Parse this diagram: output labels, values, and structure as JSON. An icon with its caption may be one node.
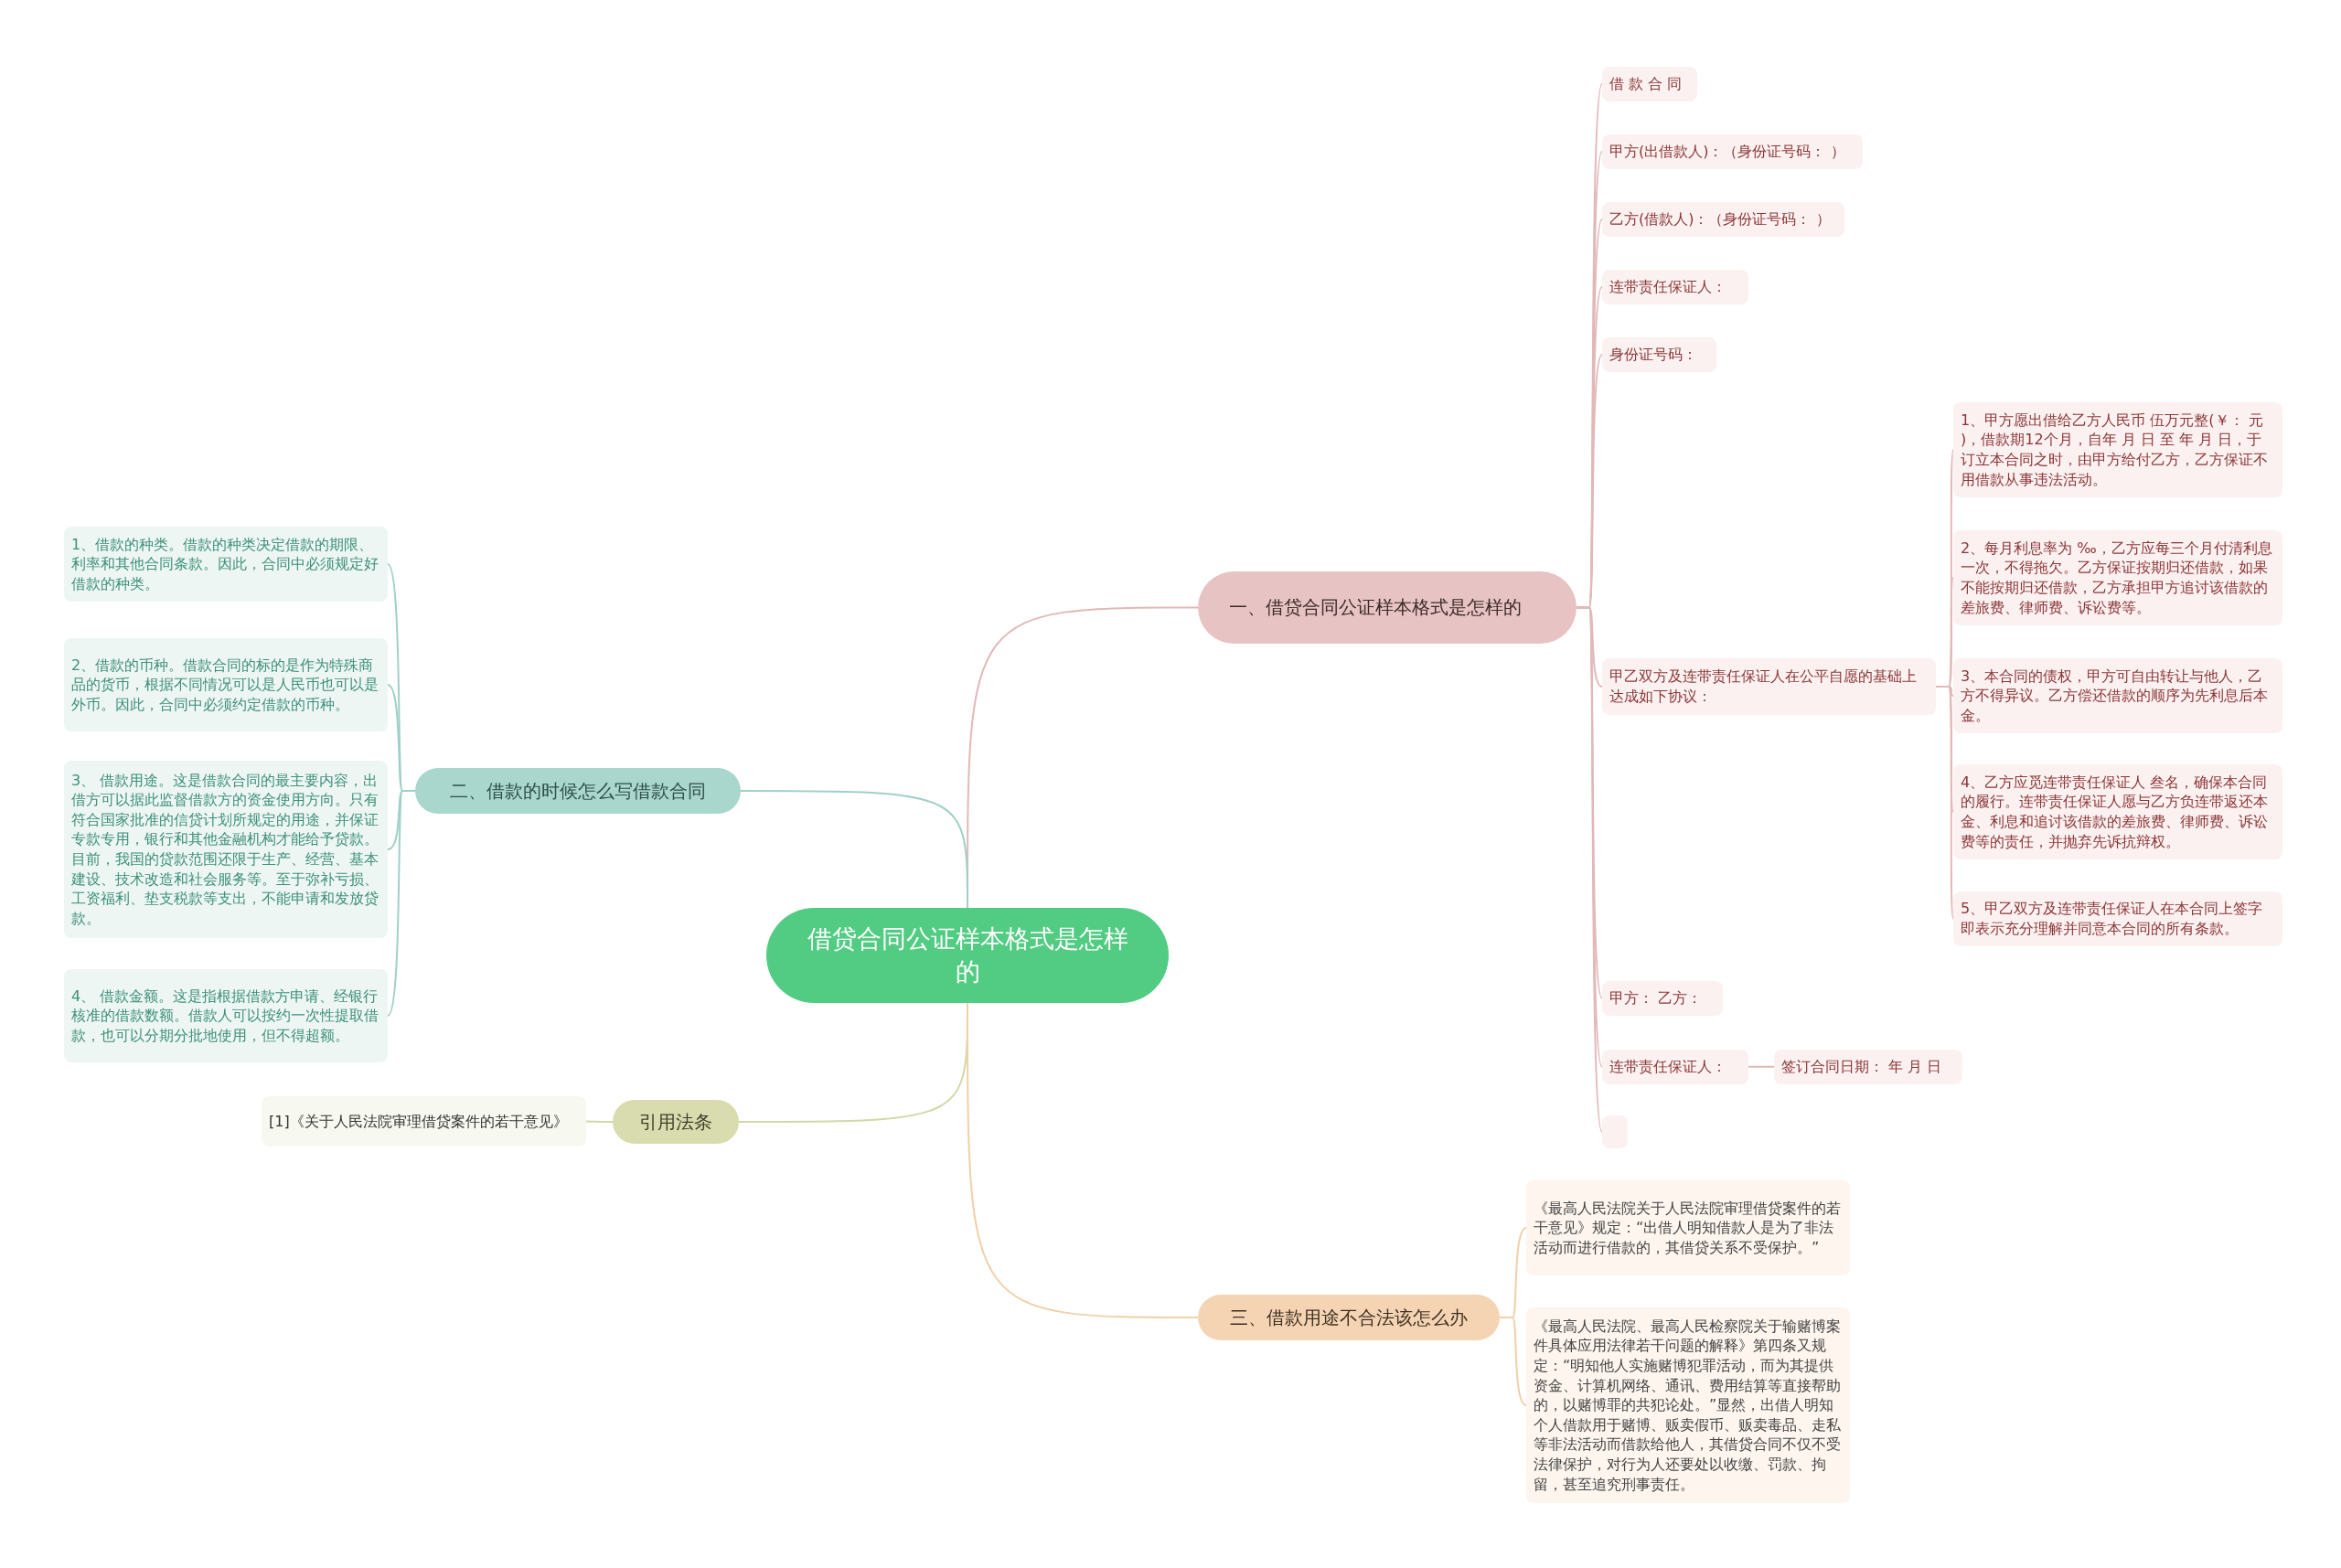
{
  "diagram": {
    "nodes": [
      {
        "text": [
          "借贷合同公证样本格式是怎样的"
        ]
      },
      {
        "text": [
          "一、借贷合同公证样本格式是怎样的"
        ]
      },
      {
        "text": [
          "借 款 合 同"
        ]
      },
      {
        "text": [
          "甲方(出借款人)：（身份证号码： ）"
        ]
      },
      {
        "text": [
          "乙方(借款人)：（身份证号码： ）"
        ]
      },
      {
        "text": [
          "连带责任保证人："
        ]
      },
      {
        "text": [
          "身份证号码："
        ]
      },
      {
        "text": [
          "甲乙双方及连带责任保证人在公平自愿的基础上达成如下协议："
        ]
      },
      {
        "text": [
          "1、甲方愿出借给乙方人民币 伍万元整(￥： 元 )，借款期12个月，自年 月 日 至 年 月 日，于订立本合同之时，由甲方给付乙方，乙方保证不用借款从事违法活动。"
        ]
      },
      {
        "text": [
          "2、每月利息率为 ‰，乙方应每三个月付清利息一次，不得拖欠。乙方保证按期归还借款，如果不能按期归还借款，乙方承担甲方追讨该借款的差旅费、律师费、诉讼费等。"
        ]
      },
      {
        "text": [
          "3、本合同的债权，甲方可自由转让与他人，乙方不得异议。乙方偿还借款的顺序为先利息后本金。"
        ]
      },
      {
        "text": [
          "4、乙方应觅连带责任保证人 叁名，确保本合同的履行。连带责任保证人愿与乙方负连带返还本金、利息和追讨该借款的差旅费、律师费、诉讼费等的责任，并抛弃先诉抗辩权。"
        ]
      },
      {
        "text": [
          "5、甲乙双方及连带责任保证人在本合同上签字即表示充分理解并同意本合同的所有条款。"
        ]
      },
      {
        "text": [
          "甲方： 乙方："
        ]
      },
      {
        "text": [
          "连带责任保证人："
        ]
      },
      {
        "text": [
          "签订合同日期： 年 月 日"
        ]
      },
      {
        "text": [],
        "shape": "box"
      },
      {
        "text": [
          "二、借款的时候怎么写借款合同"
        ]
      },
      {
        "text": [
          "1、借款的种类。借款的种类决定借款的期限、利率和其他合同条款。因此，合同中必须规定好借款的种类。"
        ]
      },
      {
        "text": [
          "2、借款的币种。借款合同的标的是作为特殊商品的货币，根据不同情况可以是人民币也可以是外币。因此，合同中必须约定借款的币种。"
        ]
      },
      {
        "text": [
          "3、 借款用途。这是借款合同的最主要内容，出借方可以据此监督借款方的资金使用方向。只有符合国家批准的信贷计划所规定的用途，并保证专款专用，银行和其他金融机构才能给予贷款。目前，我国的贷款范围还限于生产、经营、基本建设、技术改造和社会服务等。至于弥补亏损、工资福利、垫支税款等支出，不能申请和发放贷款。"
        ]
      },
      {
        "text": [
          "4、 借款金额。这是指根据借款方申请、经银行核准的借款数额。借款人可以按约一次性提取借款，也可以分期分批地使用，但不得超额。"
        ]
      },
      {
        "text": [
          "引用法条"
        ]
      },
      {
        "text": [
          "[1]《关于人民法院审理借贷案件的若干意见》"
        ]
      },
      {
        "text": [
          "三、借款用途不合法该怎么办"
        ]
      },
      {
        "text": [
          "《最高人民法院关于人民法院审理借贷案件的若干意见》规定：“出借人明知借款人是为了非法活动而进行借款的，其借贷关系不受保护。”"
        ]
      },
      {
        "text": [
          "《最高人民法院、最高人民检察院关于输赌博案件具体应用法律若干问题的解释》第四条又规定：“明知他人实施赌博犯罪活动，而为其提供资金、计算机网络、通讯、费用结算等直接帮助的，以赌博罪的共犯论处。”显然，出借人明知个人借款用于赌博、贩卖假币、贩卖毒品、走私等非法活动而借款给他人，其借贷合同不仅不受法律保护，对行为人还要处以收缴、罚款、拘留，甚至追究刑事责任。"
        ]
      }
    ],
    "edges": [
      {
        "from": 0,
        "to": 1,
        "arrow": "none"
      },
      {
        "from": 0,
        "to": 17,
        "arrow": "none",
        "color": "#9fd0c6"
      },
      {
        "from": 0,
        "to": 22,
        "arrow": "none",
        "color": "#d3d8a6"
      },
      {
        "from": 0,
        "to": 24,
        "arrow": "none",
        "color": "#f0d0a8"
      },
      {
        "from": 1,
        "to": 2,
        "arrow": "none"
      },
      {
        "from": 1,
        "to": 3,
        "arrow": "none"
      },
      {
        "from": 1,
        "to": 4,
        "arrow": "none"
      },
      {
        "from": 1,
        "to": 5,
        "arrow": "none"
      },
      {
        "from": 1,
        "to": 6,
        "arrow": "none"
      },
      {
        "from": 1,
        "to": 7,
        "arrow": "none"
      },
      {
        "from": 7,
        "to": 8,
        "arrow": "none"
      },
      {
        "from": 7,
        "to": 9,
        "arrow": "none"
      },
      {
        "from": 7,
        "to": 10,
        "arrow": "none"
      },
      {
        "from": 7,
        "to": 11,
        "arrow": "none"
      },
      {
        "from": 7,
        "to": 12,
        "arrow": "none"
      },
      {
        "from": 1,
        "to": 13,
        "arrow": "none"
      },
      {
        "from": 1,
        "to": 14,
        "arrow": "none"
      },
      {
        "from": 14,
        "to": 15,
        "arrow": "none"
      },
      {
        "from": 1,
        "to": 16,
        "arrow": "none"
      },
      {
        "from": 17,
        "to": 18,
        "arrow": "none",
        "color": "#9fd0c6"
      },
      {
        "from": 17,
        "to": 19,
        "arrow": "none",
        "color": "#9fd0c6"
      },
      {
        "from": 17,
        "to": 20,
        "arrow": "none",
        "color": "#9fd0c6"
      },
      {
        "from": 17,
        "to": 21,
        "arrow": "none",
        "color": "#9fd0c6"
      },
      {
        "from": 22,
        "to": 23,
        "arrow": "none",
        "color": "#d3d8a6"
      },
      {
        "from": 24,
        "to": 25,
        "arrow": "none",
        "color": "#f0d0a8"
      },
      {
        "from": 24,
        "to": 26,
        "arrow": "none",
        "color": "#f0d0a8"
      }
    ]
  }
}
